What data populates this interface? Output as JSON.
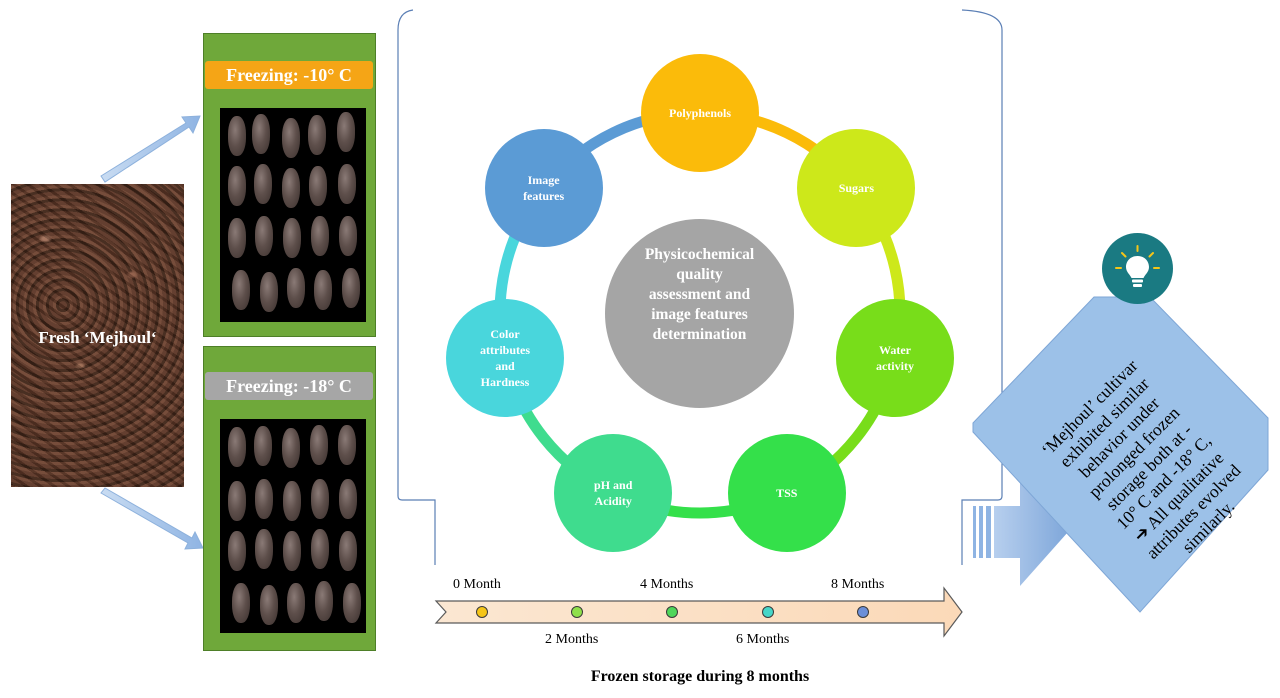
{
  "fresh_label": "Fresh ‘Mejhoul‘",
  "freezing": [
    {
      "label": "Freezing: -10° C",
      "color": "#f5a516"
    },
    {
      "label": "Freezing: -18° C",
      "color": "#a6a6a6"
    }
  ],
  "cycle": {
    "center": "Physicochemical quality assessment and image features determination",
    "center_lines": [
      "Physicochemical",
      "quality",
      "assessment and",
      "image features",
      "determination"
    ],
    "nodes": [
      {
        "lines": [
          "Polyphenols"
        ],
        "color": "#fbbb0a"
      },
      {
        "lines": [
          "Sugars"
        ],
        "color": "#cde81a"
      },
      {
        "lines": [
          "Water",
          "activity"
        ],
        "color": "#78dd1a"
      },
      {
        "lines": [
          "TSS"
        ],
        "color": "#34e04a"
      },
      {
        "lines": [
          "pH and",
          "Acidity"
        ],
        "color": "#3fdc8e"
      },
      {
        "lines": [
          "Color",
          "attributes",
          "and",
          "Hardness"
        ],
        "color": "#49d6dc"
      },
      {
        "lines": [
          "Image",
          "features"
        ],
        "color": "#5b9bd5"
      }
    ]
  },
  "timeline": {
    "top_labels": [
      "0 Month",
      "4 Months",
      "8 Months"
    ],
    "bottom_labels": [
      "2 Months",
      "6 Months"
    ],
    "dot_colors": [
      "#f5c518",
      "#8fe04a",
      "#4fd65a",
      "#46d6c8",
      "#6c8fd8"
    ],
    "caption": "Frozen storage during 8 months"
  },
  "conclusion": {
    "lines": [
      "‘Mejhoul’ cultivar",
      "exhibited similar",
      "behavior under",
      "prolonged frozen",
      "storage both at -",
      "10° C and -18° C,",
      "➔ All qualitative",
      "attributes evolved",
      "similarly."
    ],
    "icon": "lightbulb-icon",
    "icon_bg": "#1a7a82",
    "box_color": "#9cc1e8"
  }
}
